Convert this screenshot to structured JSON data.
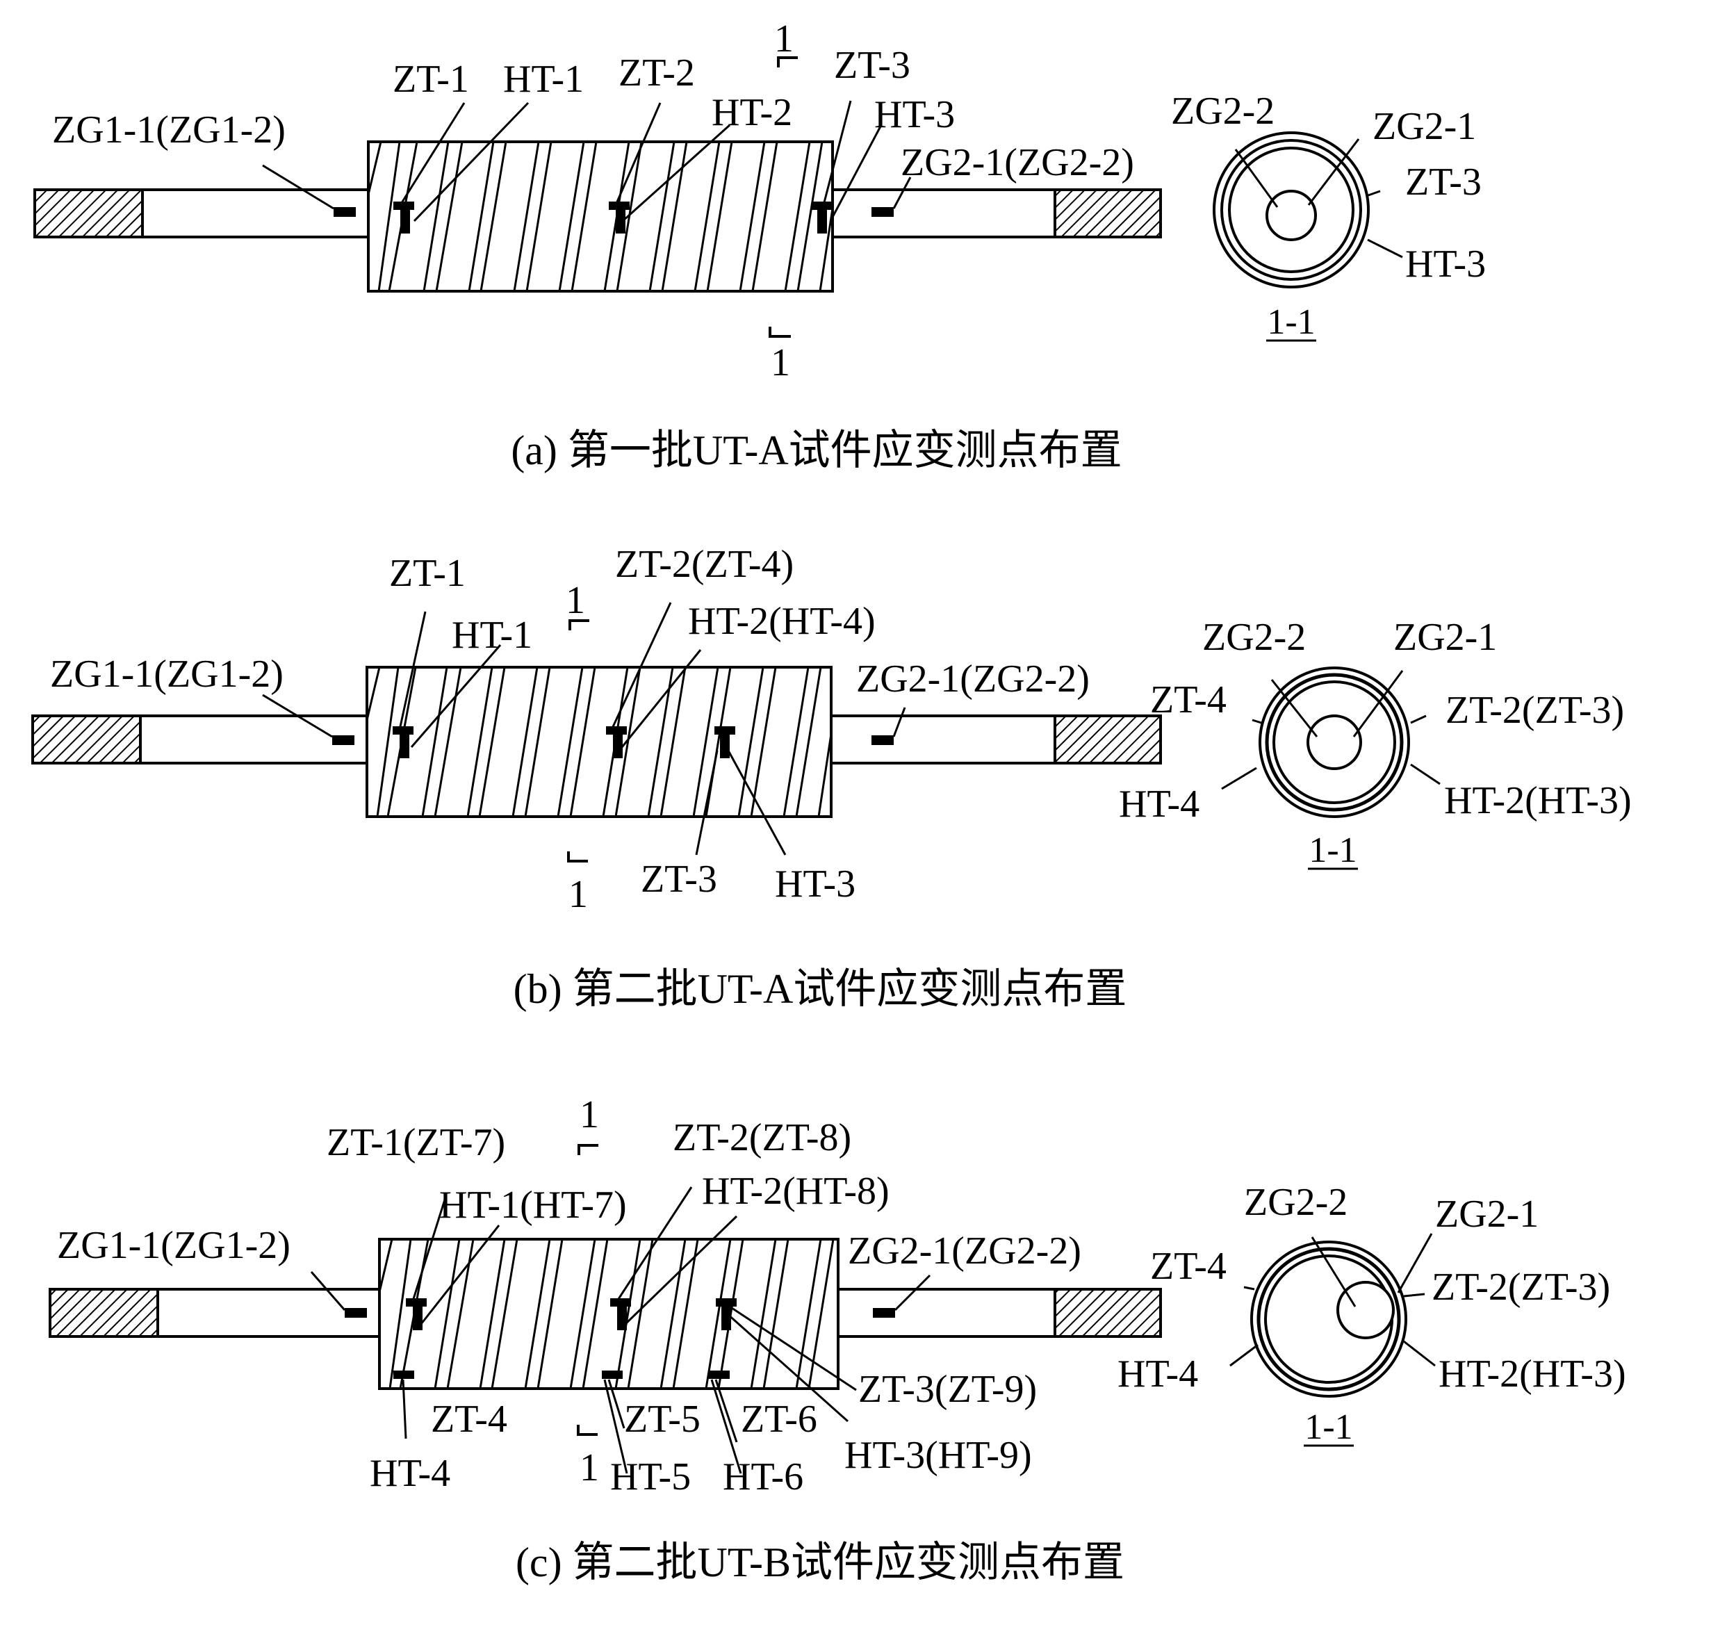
{
  "panels": [
    {
      "caption": "(a) 第一批UT-A试件应变测点布置",
      "section_label": "1-1",
      "cut_mark_top": "1",
      "cut_mark_bottom": "1",
      "labels": [
        "ZG1-1(ZG1-2)",
        "ZT-1",
        "HT-1",
        "ZT-2",
        "HT-2",
        "ZT-3",
        "HT-3",
        "ZG2-1(ZG2-2)"
      ],
      "section_labels": [
        "ZG2-2",
        "ZG2-1",
        "ZT-3",
        "HT-3"
      ]
    },
    {
      "caption": "(b) 第二批UT-A试件应变测点布置",
      "section_label": "1-1",
      "cut_mark_top": "1",
      "cut_mark_bottom": "1",
      "labels": [
        "ZG1-1(ZG1-2)",
        "ZT-1",
        "HT-1",
        "ZT-2(ZT-4)",
        "HT-2(HT-4)",
        "ZG2-1(ZG2-2)",
        "ZT-3",
        "HT-3"
      ],
      "section_labels": [
        "ZG2-2",
        "ZG2-1",
        "ZT-4",
        "ZT-2(ZT-3)",
        "HT-4",
        "HT-2(HT-3)"
      ]
    },
    {
      "caption": "(c) 第二批UT-B试件应变测点布置",
      "section_label": "1-1",
      "cut_mark_top": "1",
      "cut_mark_bottom": "1",
      "labels": [
        "ZT-1(ZT-7)",
        "ZT-2(ZT-8)",
        "HT-1(HT-7)",
        "HT-2(HT-8)",
        "ZG1-1(ZG1-2)",
        "ZG2-1(ZG2-2)",
        "ZT-3(ZT-9)",
        "ZT-4",
        "ZT-5",
        "ZT-6",
        "HT-3(HT-9)",
        "HT-4",
        "HT-5",
        "HT-6"
      ],
      "section_labels": [
        "ZG2-2",
        "ZG2-1",
        "ZT-4",
        "ZT-2(ZT-3)",
        "HT-4",
        "HT-2(HT-3)"
      ]
    }
  ]
}
